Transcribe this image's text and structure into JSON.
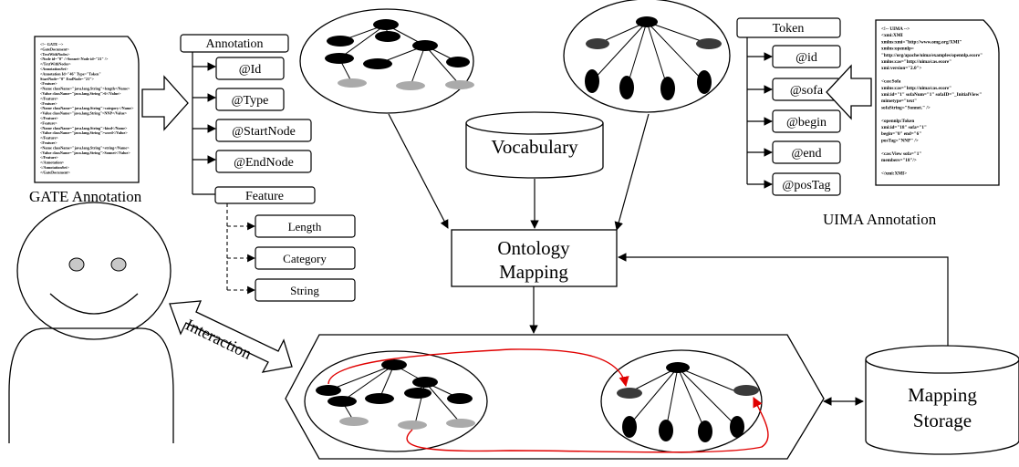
{
  "labels": {
    "gate_annotation": "GATE Annotation",
    "uima_annotation": "UIMA Annotation",
    "vocabulary": "Vocabulary",
    "ontology_line1": "Ontology",
    "ontology_line2": "Mapping",
    "storage_line1": "Mapping",
    "storage_line2": "Storage",
    "interaction": "Interaction"
  },
  "gate_tree": {
    "root": "Annotation",
    "attributes": [
      "@Id",
      "@Type",
      "@StartNode",
      "@EndNode"
    ],
    "feature": "Feature",
    "feature_children": [
      "Length",
      "Category",
      "String"
    ]
  },
  "uima_tree": {
    "root": "Token",
    "attributes": [
      "@id",
      "@sofa",
      "@begin",
      "@end",
      "@posTag"
    ]
  },
  "gate_doc_lines": [
    "<!-- GATE -->",
    "<GateDocument>",
    "<TextWithNodes>",
    "<Node id=\"0\" />Sonnet<Node id=\"21\" />",
    "</TextWithNodes>",
    "<AnnotationSet>",
    "<Annotation Id=\"46\" Type=\"Token\"",
    "StartNode=\"0\" EndNode=\"21\">",
    "<Feature>",
    "<Name className=\"java.lang.String\">length</Name>",
    "<Value className=\"java.lang.String\">6</Value>",
    "</Feature>",
    "<Feature>",
    "<Name className=\"java.lang.String\">category</Name>",
    "<Value className=\"java.lang.String\">NNP</Value>",
    "</Feature>",
    "<Feature>",
    "<Name className=\"java.lang.String\">kind</Name>",
    "<Value className=\"java.lang.String\">word</Value>",
    "</Feature>",
    "<Feature>",
    "<Name className=\"java.lang.String\">string</Name>",
    "<Value className=\"java.lang.String\">Sonnet</Value>",
    "</Feature>",
    "</Annotation>",
    "</AnnotationSet>",
    "</GateDocument>"
  ],
  "uima_doc_lines": [
    "<!-- UIMA -->",
    "<xmi:XMI",
    "xmlns:xmi=\"http://www.omg.org/XMI\"",
    "xmlns:opennlp=",
    "\"http://org/apache/uima/examples/opennlp.ecore\"",
    "xmlns:cas=\"http://uima/cas.ecore\"",
    "xmi:version=\"2.0\">",
    "",
    "<cas:Sofa",
    "xmlns:cas=\"http://uima/cas.ecore\"",
    "xmi:id=\"1\" sofaNum=\"1\" sofaID=\"_InitialView\"",
    "mimetype=\"text\"",
    "sofaString=\"Sonnet.\" />",
    "",
    "<opennlp:Token",
    "xmi:id=\"18\" sofa=\"1\"",
    "begin=\"0\" end=\"6\"",
    "posTag=\"NNP\" />",
    "",
    "<cas:View sofa=\"1\"",
    "members=\"18\"/>",
    "",
    "</xmi:XMI>"
  ],
  "colors": {
    "node_black": "#000000",
    "node_dark": "#3a3a3a",
    "node_grey": "#aaaaaa",
    "mapping_link": "#e00000"
  }
}
